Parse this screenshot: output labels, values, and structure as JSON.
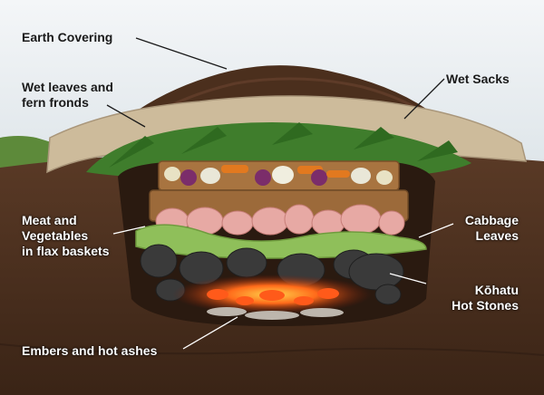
{
  "diagram": {
    "labels": {
      "earth_covering": "Earth Covering",
      "wet_sacks": "Wet Sacks",
      "wet_leaves": "Wet leaves and\nfern fronds",
      "meat_veg": "Meat and\nVegetables\nin flax baskets",
      "cabbage": "Cabbage\nLeaves",
      "kohatu": "Kōhatu\nHot Stones",
      "embers": "Embers and hot ashes"
    },
    "colors": {
      "sky": "#e9eef1",
      "soil": "#4a2f1f",
      "soil_dark": "#2e1d12",
      "sack": "#cdbb9b",
      "leaf": "#3f7d2c",
      "cabbage": "#8fbf5a",
      "basket": "#a87440",
      "meat": "#e7a9a4",
      "stone": "#3a3a3a",
      "ember": "#ff5a1a"
    }
  }
}
